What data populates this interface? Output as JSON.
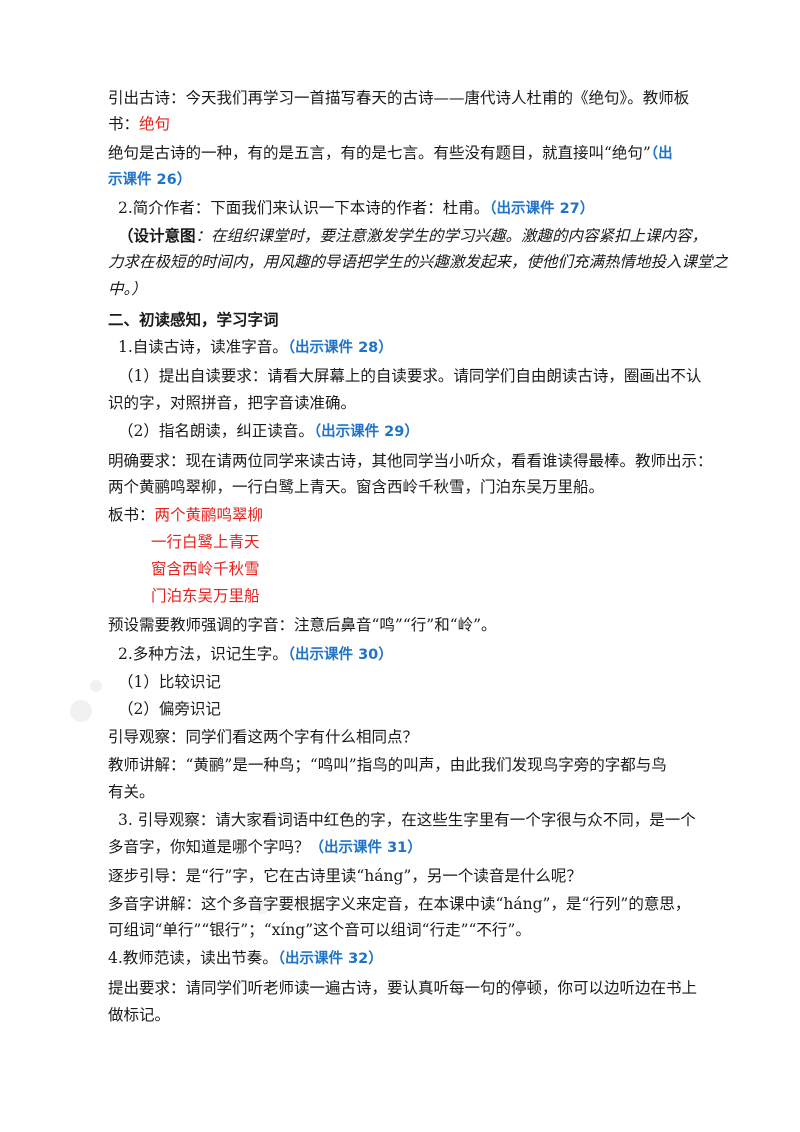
{
  "lines": [
    {
      "runs": [
        {
          "t": "引出古诗：今天我们再学习一首描写春天的古诗——唐代诗人杜甫的《绝句》。教师板"
        }
      ]
    },
    {
      "runs": [
        {
          "t": "书："
        },
        {
          "t": "绝句",
          "s": "red"
        }
      ]
    },
    {
      "runs": [
        {
          "t": "绝句是古诗的一种，有的是五言，有的是七言。有些没有题目，就直接叫“绝句”"
        },
        {
          "t": "（出",
          "s": "blue"
        }
      ]
    },
    {
      "runs": [
        {
          "t": "示课件 26）",
          "s": "blue"
        }
      ]
    },
    {
      "runs": [
        {
          "t": "2.简介作者：下面我们来认识一下本诗的作者：杜甫。"
        },
        {
          "t": "（出示课件 27）",
          "s": "blue"
        }
      ]
    },
    {
      "runs": [
        {
          "t": "（设计意图",
          "s": "bold"
        },
        {
          "t": "：在组织课堂时，要注意激发学生的学习兴趣。激趣的内容紧扣上课内容，",
          "s": "ital"
        }
      ]
    },
    {
      "runs": [
        {
          "t": "力求在极短的时间内，用风趣的导语把学生的兴趣激发起来，使他们充满热情地投入课堂之",
          "s": "ital"
        }
      ]
    },
    {
      "runs": [
        {
          "t": "中。）",
          "s": "ital"
        }
      ]
    },
    {
      "runs": [
        {
          "t": "二、初读感知，学习字词",
          "s": "bold"
        }
      ]
    },
    {
      "runs": [
        {
          "t": "1.自读古诗，读准字音。"
        },
        {
          "t": "（出示课件 28）",
          "s": "blue"
        }
      ]
    },
    {
      "runs": [
        {
          "t": "（1）提出自读要求：请看大屏幕上的自读要求。请同学们自由朗读古诗，圈画出不认"
        }
      ]
    },
    {
      "runs": [
        {
          "t": "识的字，对照拼音，把字音读准确。"
        }
      ]
    },
    {
      "runs": [
        {
          "t": "（2）指名朗读，纠正读音。"
        },
        {
          "t": "（出示课件 29）",
          "s": "blue"
        }
      ]
    },
    {
      "runs": [
        {
          "t": "明确要求：现在请两位同学来读古诗，其他同学当小听众，看看谁读得最棒。教师出示："
        }
      ]
    },
    {
      "runs": [
        {
          "t": "两个黄鹂鸣翠柳，一行白鹭上青天。窗含西岭千秋雪，门泊东吴万里船。"
        }
      ]
    },
    {
      "runs": [
        {
          "t": "板书："
        },
        {
          "t": "两个黄鹂鸣翠柳",
          "s": "red"
        }
      ]
    },
    {
      "runs": [
        {
          "t": "一行白鹭上青天",
          "s": "red"
        }
      ]
    },
    {
      "runs": [
        {
          "t": "窗含西岭千秋雪",
          "s": "red"
        }
      ]
    },
    {
      "runs": [
        {
          "t": "门泊东吴万里船",
          "s": "red"
        }
      ]
    },
    {
      "runs": [
        {
          "t": "预设需要教师强调的字音：注意后鼻音“鸣”“行”和“岭”。"
        }
      ]
    },
    {
      "runs": [
        {
          "t": "2.多种方法，识记生字。"
        },
        {
          "t": "（出示课件 30）",
          "s": "blue"
        }
      ]
    },
    {
      "runs": [
        {
          "t": "（1）比较识记"
        }
      ]
    },
    {
      "runs": [
        {
          "t": "（2）偏旁识记"
        }
      ]
    },
    {
      "runs": [
        {
          "t": "引导观察：同学们看这两个字有什么相同点？"
        }
      ]
    },
    {
      "runs": [
        {
          "t": "教师讲解：“黄鹂”是一种鸟；“鸣叫”指鸟的叫声，由此我们发现鸟字旁的字都与鸟"
        }
      ]
    },
    {
      "runs": [
        {
          "t": "有关。"
        }
      ]
    },
    {
      "runs": [
        {
          "t": "3. 引导观察：请大家看词语中红色的字，在这些生字里有一个字很与众不同，是一个"
        }
      ]
    },
    {
      "runs": [
        {
          "t": "多音字，你知道是哪个字吗？"
        },
        {
          "t": "（出示课件 31）",
          "s": "blue"
        }
      ]
    },
    {
      "runs": [
        {
          "t": "逐步引导：是“行”字，它在古诗里读“háng”，另一个读音是什么呢？"
        }
      ]
    },
    {
      "runs": [
        {
          "t": "多音字讲解：这个多音字要根据字义来定音，在本课中读“háng”，是“行列”的意思，"
        }
      ]
    },
    {
      "runs": [
        {
          "t": "可组词“单行”“银行”；“xíng”这个音可以组词“行走”“不行”。"
        }
      ]
    },
    {
      "runs": [
        {
          "t": "4.教师范读，读出节奏。"
        },
        {
          "t": "（出示课件 32）",
          "s": "blue"
        }
      ]
    },
    {
      "runs": [
        {
          "t": "提出要求：请同学们听老师读一遍古诗，要认真听每一句的停顿，你可以边听边在书上"
        }
      ]
    },
    {
      "runs": [
        {
          "t": "做标记。"
        }
      ]
    }
  ]
}
